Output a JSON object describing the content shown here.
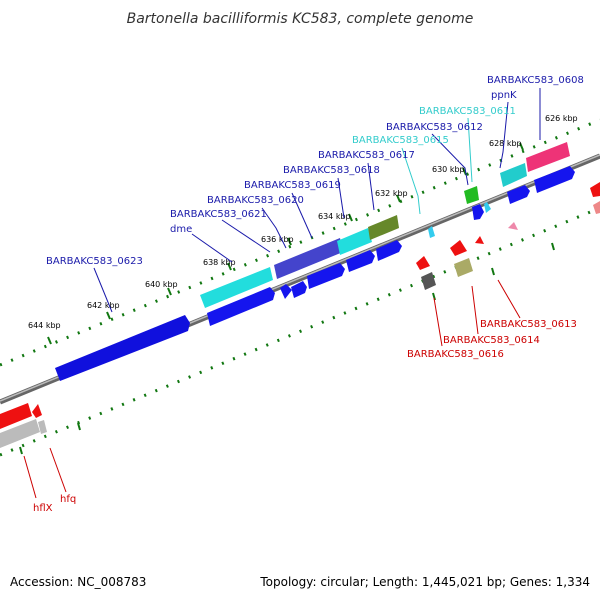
{
  "title": "Bartonella bacilliformis KC583, complete genome",
  "footer": {
    "accession": "Accession: NC_008783",
    "summary": "Topology: circular; Length: 1,445,021 bp; Genes: 1,334"
  },
  "colors": {
    "forward_cds": "#0000ee",
    "reverse_cds": "#ee0000",
    "label_blue": "#1a1aaa",
    "label_cyan": "#33cccc",
    "label_red": "#cc0000",
    "tick": "#117711",
    "backbone": "#888888"
  },
  "ticks": [
    "626 kbp",
    "628 kbp",
    "630 kbp",
    "632 kbp",
    "634 kbp",
    "636 kbp",
    "638 kbp",
    "640 kbp",
    "642 kbp",
    "644 kbp"
  ],
  "labels": {
    "top": [
      {
        "text": "BARBAKC583_0608",
        "color": "#1a1aaa"
      },
      {
        "text": "ppnK",
        "color": "#1a1aaa"
      },
      {
        "text": "BARBAKC583_0611",
        "color": "#33cccc"
      },
      {
        "text": "BARBAKC583_0612",
        "color": "#1a1aaa"
      },
      {
        "text": "BARBAKC583_0615",
        "color": "#33cccc"
      },
      {
        "text": "BARBAKC583_0617",
        "color": "#1a1aaa"
      },
      {
        "text": "BARBAKC583_0618",
        "color": "#1a1aaa"
      },
      {
        "text": "BARBAKC583_0619",
        "color": "#1a1aaa"
      },
      {
        "text": "BARBAKC583_0620",
        "color": "#1a1aaa"
      },
      {
        "text": "BARBAKC583_0621",
        "color": "#1a1aaa"
      },
      {
        "text": "dme",
        "color": "#1a1aaa"
      },
      {
        "text": "BARBAKC583_0623",
        "color": "#1a1aaa"
      }
    ],
    "bottom": [
      {
        "text": "BARBAKC583_0613",
        "color": "#cc0000"
      },
      {
        "text": "BARBAKC583_0614",
        "color": "#cc0000"
      },
      {
        "text": "BARBAKC583_0616",
        "color": "#cc0000"
      },
      {
        "text": "hflX",
        "color": "#cc0000"
      },
      {
        "text": "hfq",
        "color": "#cc0000"
      }
    ]
  }
}
